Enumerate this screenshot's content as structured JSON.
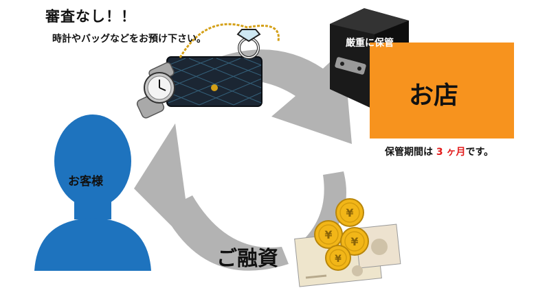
{
  "header": {
    "title": "審査なし！！",
    "subtitle": "時計やバッグなどをお預け下さい。"
  },
  "shop": {
    "label": "お店",
    "safe_label": "厳重に保管"
  },
  "storage_note": {
    "prefix": "保管期間は",
    "period": " 3 ヶ月",
    "suffix": "です。"
  },
  "customer": {
    "label": "お客様"
  },
  "loan": {
    "label": "ご融資"
  },
  "colors": {
    "shop_orange": "#f7931e",
    "customer_blue": "#1e73be",
    "arrow_gray": "#b3b3b3",
    "highlight_red": "#e21b1b",
    "safe_black": "#1a1a1a",
    "coin_gold": "#f2b618"
  },
  "icons": [
    "handbag-icon",
    "wristwatch-icon",
    "diamond-ring-icon",
    "safe-icon",
    "customer-silhouette-icon",
    "coins-icon",
    "banknotes-icon"
  ]
}
